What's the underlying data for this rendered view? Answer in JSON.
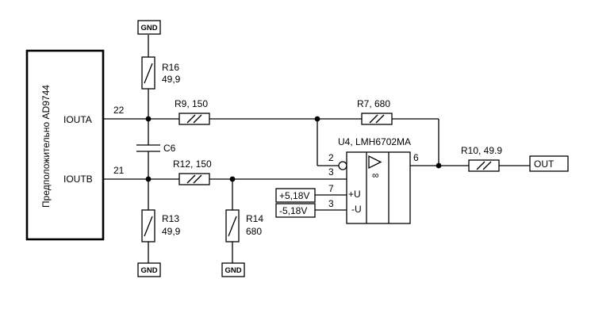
{
  "chip": {
    "title": "Предположительно AD9744",
    "pin_ioutа_label": "IOUTA",
    "pin_ioutb_label": "IOUTB",
    "pin_ioutа_num": "22",
    "pin_ioutb_num": "21"
  },
  "resistors": {
    "r16": {
      "ref": "R16",
      "value": "49,9"
    },
    "r9": {
      "label": "R9, 150"
    },
    "r7": {
      "label": "R7, 680"
    },
    "r12": {
      "label": "R12, 150"
    },
    "r13": {
      "ref": "R13",
      "value": "49,9"
    },
    "r14": {
      "ref": "R14",
      "value": "680"
    },
    "r10": {
      "label": "R10, 49.9"
    }
  },
  "capacitor": {
    "ref": "C6"
  },
  "opamp": {
    "label": "U4, LMH6702MA",
    "pin_inv": "2",
    "pin_noninv": "3",
    "pin_out": "6",
    "pin_vp": "7",
    "pin_vn": "3",
    "vp_label": "+U",
    "vn_label": "-U"
  },
  "supplies": {
    "pos": "+5,18V",
    "neg": "-5,18V"
  },
  "ground_label": "GND",
  "output_label": "OUT"
}
